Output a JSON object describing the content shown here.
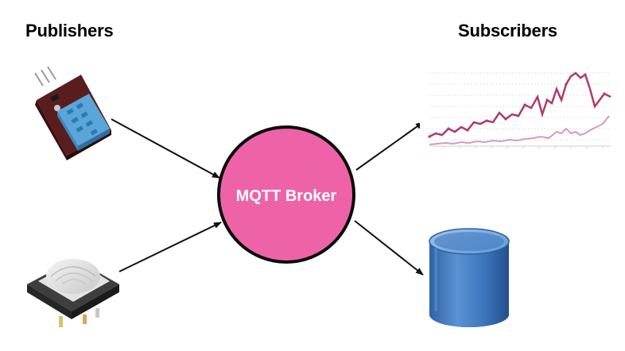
{
  "headings": {
    "publishers": "Publishers",
    "subscribers": "Subscribers"
  },
  "broker": {
    "label": "MQTT Broker",
    "fill": "#ee63a8"
  },
  "nodes": {
    "publishers": [
      {
        "id": "dht-sensor-module",
        "icon": "temperature-humidity-sensor-icon"
      },
      {
        "id": "pir-motion-sensor",
        "icon": "motion-sensor-icon"
      }
    ],
    "subscribers": [
      {
        "id": "line-chart-dashboard",
        "icon": "line-chart-icon"
      },
      {
        "id": "database",
        "icon": "database-cylinder-icon"
      }
    ]
  },
  "edges": [
    {
      "from": "dht-sensor-module",
      "to": "mqtt-broker"
    },
    {
      "from": "pir-motion-sensor",
      "to": "mqtt-broker"
    },
    {
      "from": "mqtt-broker",
      "to": "line-chart-dashboard"
    },
    {
      "from": "mqtt-broker",
      "to": "database"
    }
  ],
  "colors": {
    "series_primary": "#b03a6e",
    "series_secondary": "#d79ac0",
    "database_body": "#3f78bd"
  }
}
